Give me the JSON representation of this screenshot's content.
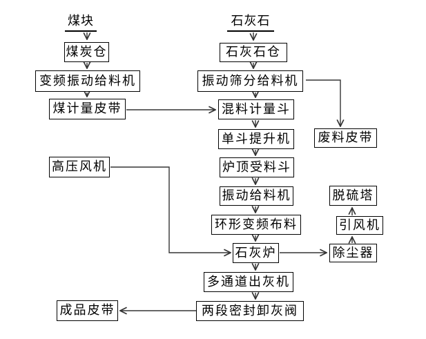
{
  "diagram": {
    "type": "process-flowchart",
    "background_color": "#ffffff",
    "line_color": "#333333",
    "box_border_color": "#000000",
    "text_color": "#000000",
    "nodes": {
      "coal_lump": "煤块",
      "coal_bunker": "煤炭仓",
      "vf_vibration_feeder": "变频振动给料机",
      "coal_weighing_belt": "煤计量皮带",
      "hp_fan": "高压风机",
      "finished_product_belt": "成品皮带",
      "limestone": "石灰石",
      "limestone_bunker": "石灰石仓",
      "vibrating_screen_feeder": "振动筛分给料机",
      "mix_weighing_hopper": "混料计量斗",
      "bucket_elevator": "单斗提升机",
      "furnace_top_hopper": "炉顶受料斗",
      "vibration_feeder": "振动给料机",
      "ring_vf_distributor": "环形变频布料",
      "lime_kiln": "石灰炉",
      "multichannel_ash_discharger": "多通道出灰机",
      "two_stage_sealed_ash_valve": "两段密封卸灰阀",
      "waste_belt": "废料皮带",
      "desulfurization_tower": "脱硫塔",
      "induced_draft_fan": "引风机",
      "dust_collector": "除尘器"
    },
    "flows": [
      {
        "from": "coal_lump",
        "to": "coal_bunker"
      },
      {
        "from": "coal_bunker",
        "to": "vf_vibration_feeder"
      },
      {
        "from": "vf_vibration_feeder",
        "to": "coal_weighing_belt"
      },
      {
        "from": "coal_weighing_belt",
        "to": "mix_weighing_hopper"
      },
      {
        "from": "limestone",
        "to": "limestone_bunker"
      },
      {
        "from": "limestone_bunker",
        "to": "vibrating_screen_feeder"
      },
      {
        "from": "vibrating_screen_feeder",
        "to": "mix_weighing_hopper"
      },
      {
        "from": "vibrating_screen_feeder",
        "to": "waste_belt"
      },
      {
        "from": "mix_weighing_hopper",
        "to": "bucket_elevator"
      },
      {
        "from": "bucket_elevator",
        "to": "furnace_top_hopper"
      },
      {
        "from": "furnace_top_hopper",
        "to": "vibration_feeder"
      },
      {
        "from": "vibration_feeder",
        "to": "ring_vf_distributor"
      },
      {
        "from": "ring_vf_distributor",
        "to": "lime_kiln"
      },
      {
        "from": "hp_fan",
        "to": "lime_kiln"
      },
      {
        "from": "lime_kiln",
        "to": "dust_collector"
      },
      {
        "from": "dust_collector",
        "to": "induced_draft_fan"
      },
      {
        "from": "induced_draft_fan",
        "to": "desulfurization_tower"
      },
      {
        "from": "lime_kiln",
        "to": "multichannel_ash_discharger"
      },
      {
        "from": "multichannel_ash_discharger",
        "to": "two_stage_sealed_ash_valve"
      },
      {
        "from": "two_stage_sealed_ash_valve",
        "to": "finished_product_belt"
      }
    ]
  }
}
